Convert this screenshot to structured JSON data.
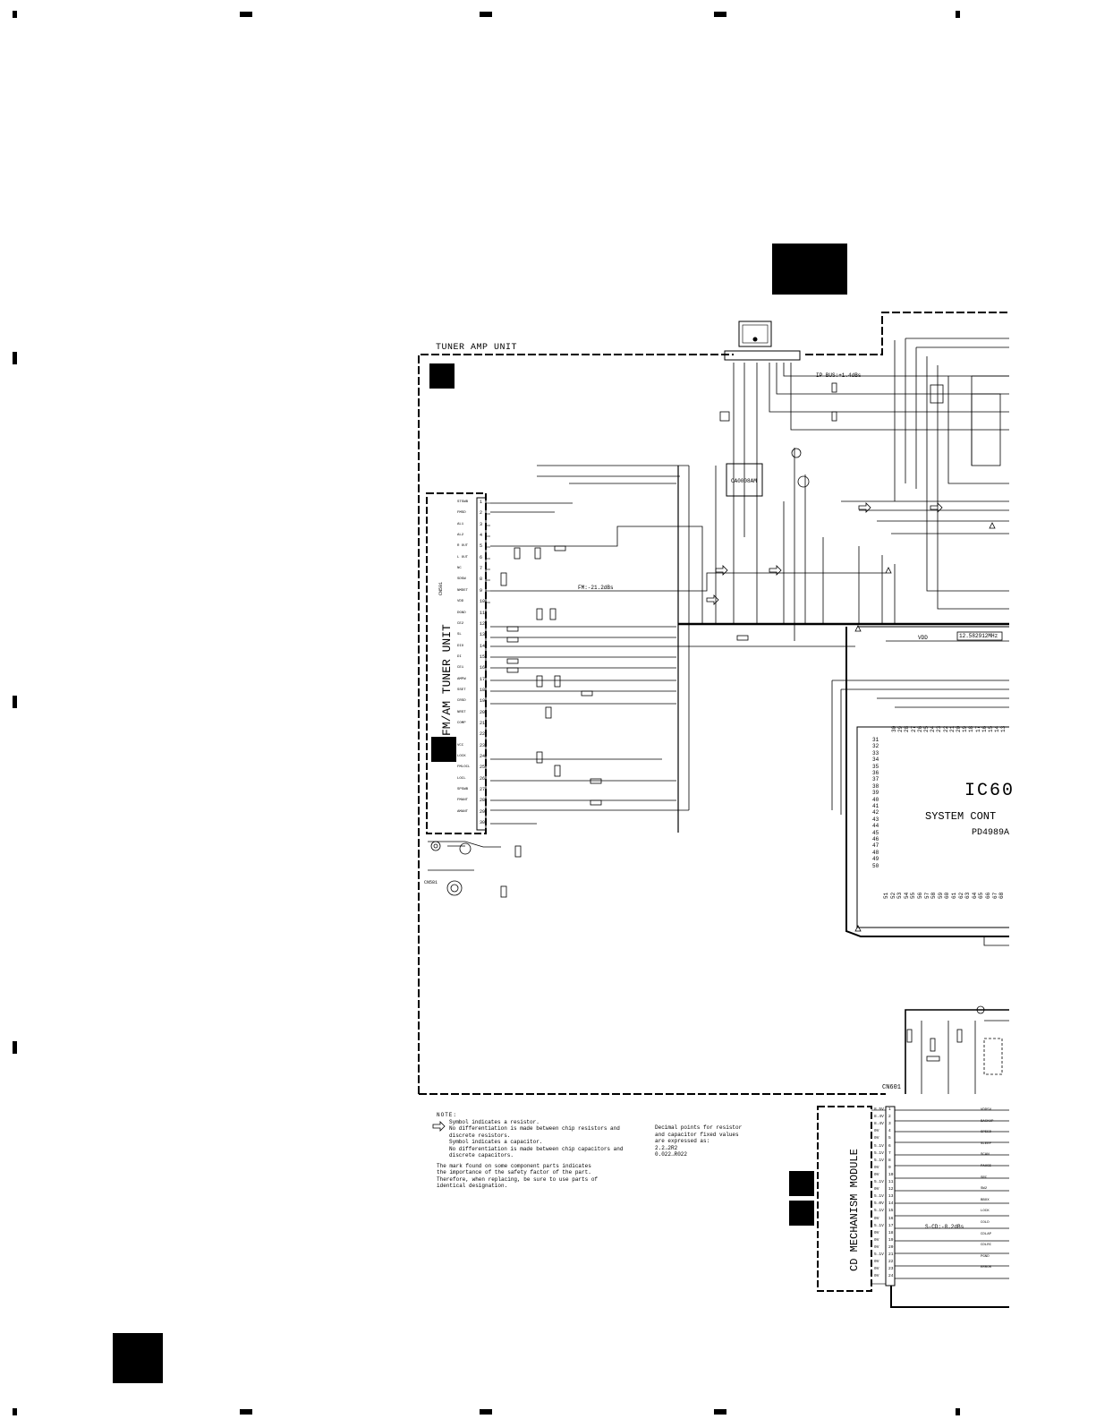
{
  "sheet": {
    "unit_title": "TUNER AMP UNIT",
    "tuner_module": "FM/AM TUNER UNIT",
    "tuner_connector": "CN501",
    "cd_module": "CD MECHANISM MODULE",
    "cd_connector": "CN601",
    "ic_designation": "IC60",
    "ic_function": "SYSTEM CONT",
    "ic_part": "PD4989A",
    "ic_amp": "CA0008AM",
    "ip_bus_level": "IP BUS:+1.4dBs",
    "fm_level": "FM:-21.2dBs",
    "cd_level": "S-CD:-8.2dBs",
    "crystal": "12.582912MHz",
    "vdd": "VDD",
    "ant_connector": "CN581"
  },
  "tuner_pins": [
    {
      "n": "1",
      "name": "STSWB"
    },
    {
      "n": "2",
      "name": "FMSD"
    },
    {
      "n": "3",
      "name": "AL1"
    },
    {
      "n": "4",
      "name": "AL2"
    },
    {
      "n": "5",
      "name": "R OUT"
    },
    {
      "n": "6",
      "name": "L OUT"
    },
    {
      "n": "7",
      "name": "NC"
    },
    {
      "n": "8",
      "name": "SDSW"
    },
    {
      "n": "9",
      "name": "NMDET"
    },
    {
      "n": "10",
      "name": "VDD"
    },
    {
      "n": "11",
      "name": "DGND"
    },
    {
      "n": "12",
      "name": "CE2"
    },
    {
      "n": "13",
      "name": "SL"
    },
    {
      "n": "14",
      "name": "DIO"
    },
    {
      "n": "15",
      "name": "DI"
    },
    {
      "n": "16",
      "name": "CE1"
    },
    {
      "n": "17",
      "name": "AMPW"
    },
    {
      "n": "18",
      "name": "SSET"
    },
    {
      "n": "19",
      "name": "CRSD"
    },
    {
      "n": "20",
      "name": "NRST"
    },
    {
      "n": "21",
      "name": "COMP"
    },
    {
      "n": "22",
      "name": ""
    },
    {
      "n": "23",
      "name": "VCC"
    },
    {
      "n": "24",
      "name": "LOCK"
    },
    {
      "n": "25",
      "name": "FMLOCL"
    },
    {
      "n": "26",
      "name": "LOCL"
    },
    {
      "n": "27",
      "name": "SPSWB"
    },
    {
      "n": "28",
      "name": "FMANT"
    },
    {
      "n": "29",
      "name": "AMANT"
    },
    {
      "n": "30",
      "name": ""
    }
  ],
  "cd_pins": [
    {
      "n": "1",
      "v": "8.5V"
    },
    {
      "n": "2",
      "v": "8.4V"
    },
    {
      "n": "3",
      "v": "8.4V"
    },
    {
      "n": "4",
      "v": "0V"
    },
    {
      "n": "5",
      "v": "0V"
    },
    {
      "n": "6",
      "v": "5.1V"
    },
    {
      "n": "7",
      "v": "5.1V"
    },
    {
      "n": "8",
      "v": "5.1V"
    },
    {
      "n": "9",
      "v": "0V"
    },
    {
      "n": "10",
      "v": "0V"
    },
    {
      "n": "11",
      "v": "5.1V"
    },
    {
      "n": "12",
      "v": "0V"
    },
    {
      "n": "13",
      "v": "5.1V"
    },
    {
      "n": "14",
      "v": "5.0V"
    },
    {
      "n": "15",
      "v": "5.1V"
    },
    {
      "n": "16",
      "v": "0V"
    },
    {
      "n": "17",
      "v": "5.1V"
    },
    {
      "n": "18",
      "v": "0V"
    },
    {
      "n": "19",
      "v": "0V"
    },
    {
      "n": "20",
      "v": "0V"
    },
    {
      "n": "21",
      "v": "5.1V"
    },
    {
      "n": "22",
      "v": "0V"
    },
    {
      "n": "23",
      "v": "0V"
    },
    {
      "n": "24",
      "v": "0V"
    }
  ],
  "cd_signals": [
    "VDD5V",
    "BACKUP",
    "SPEED",
    "SLEEP",
    "SCAN",
    "PAUSE",
    "SRC",
    "SW2",
    "BBOX",
    "LOCK",
    "COLD",
    "CDLAP",
    "CDLRC",
    "PGND",
    "ERROR"
  ],
  "ic_top_pins": [
    "30",
    "29",
    "28",
    "27",
    "26",
    "25",
    "24",
    "23",
    "22",
    "21",
    "20",
    "19",
    "18",
    "17",
    "16",
    "15",
    "14",
    "13"
  ],
  "ic_left_pins": [
    "31",
    "32",
    "33",
    "34",
    "35",
    "36",
    "37",
    "38",
    "39",
    "40",
    "41",
    "42",
    "43",
    "44",
    "45",
    "46",
    "47",
    "48",
    "49",
    "50"
  ],
  "ic_bottom_pins": [
    "51",
    "52",
    "53",
    "54",
    "55",
    "56",
    "57",
    "58",
    "59",
    "60",
    "61",
    "62",
    "63",
    "64",
    "65",
    "66",
    "67",
    "68"
  ],
  "note": {
    "heading": "NOTE:",
    "resistor": "Symbol indicates a resistor.",
    "resistor_2": "No differentiation is made between chip resistors and",
    "resistor_3": "discrete resistors.",
    "capacitor": "Symbol indicates a capacitor.",
    "capacitor_2": "No differentiation is made between chip capacitors and",
    "capacitor_3": "discrete capacitors.",
    "safety_1": "The mark found on some component parts indicates",
    "safety_2": "the importance of the safety factor of the part.",
    "safety_3": "Therefore, when replacing, be sure to use parts of",
    "safety_4": "identical designation.",
    "decimal_1": "Decimal points for resistor",
    "decimal_2": "and capacitor fixed values",
    "decimal_3": "are expressed as:",
    "decimal_4": "2.2→2R2",
    "decimal_5": "0.022→R022"
  }
}
